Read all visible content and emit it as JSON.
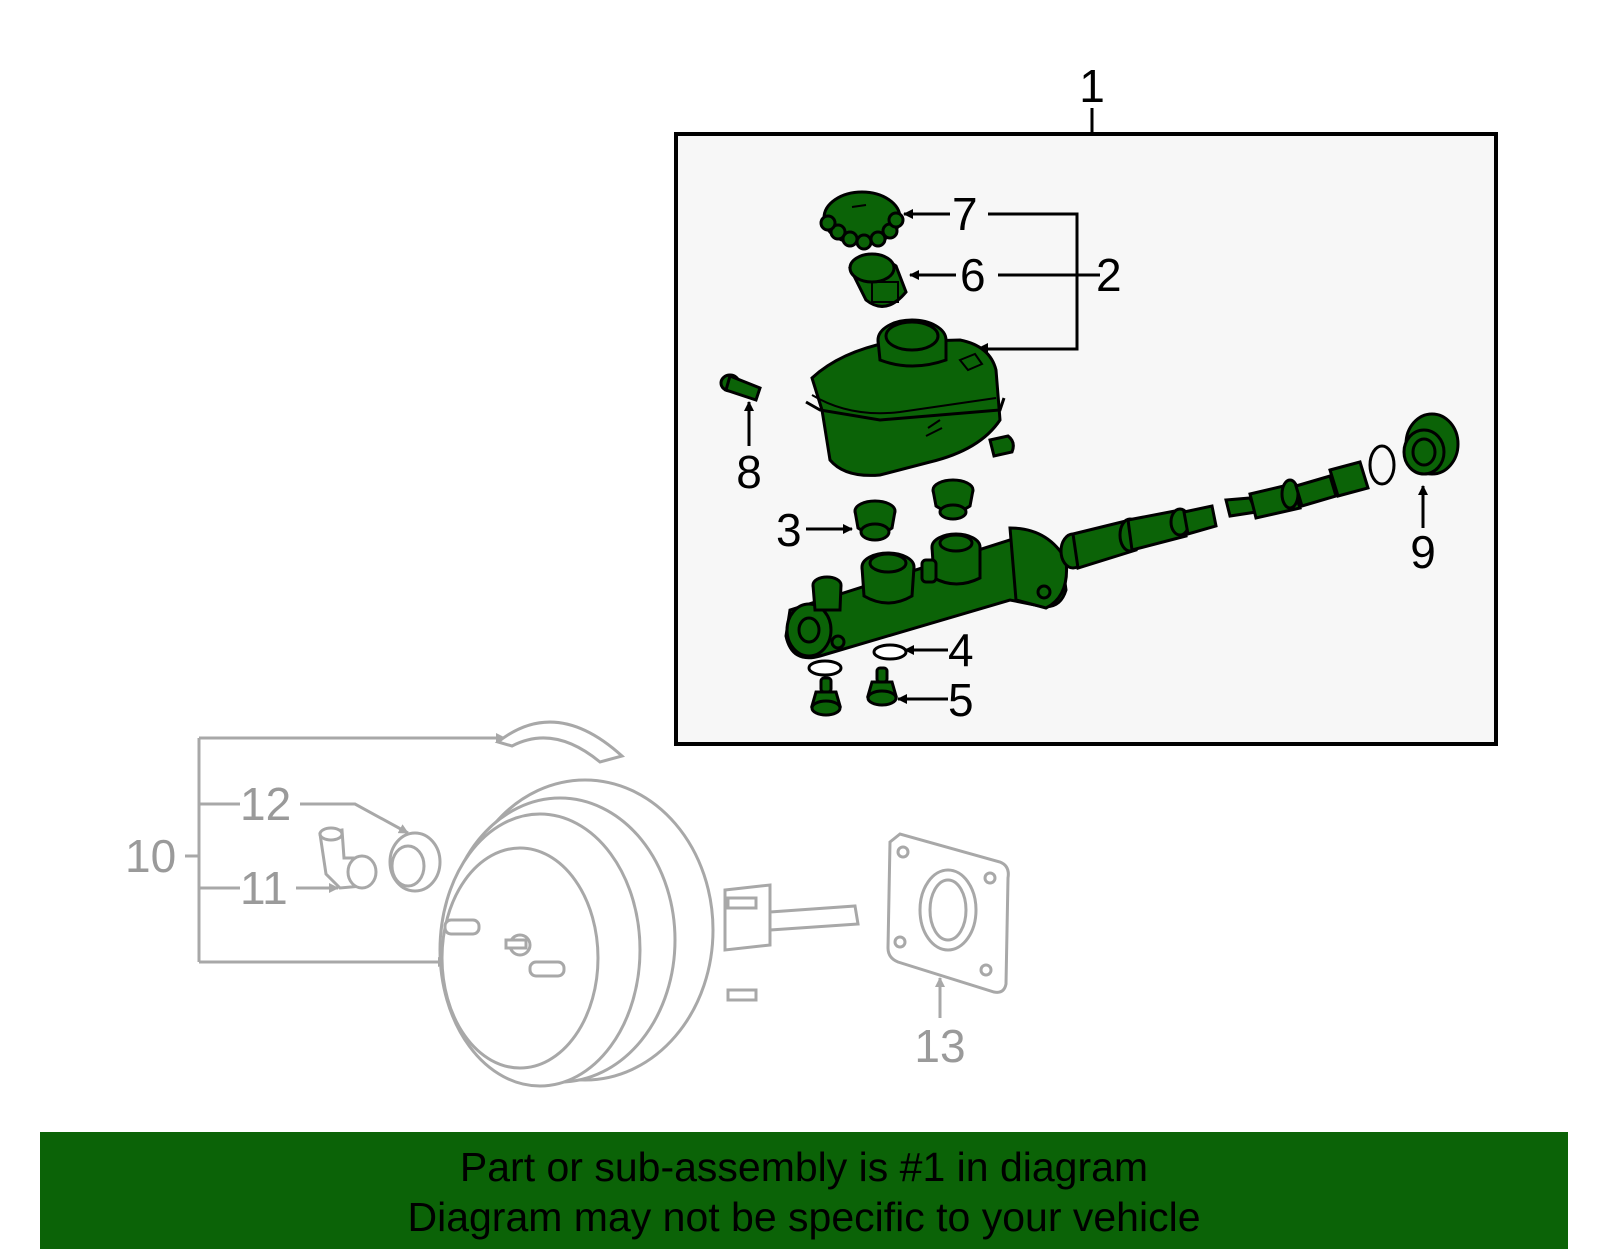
{
  "colors": {
    "part_fill": "#0b6307",
    "outline": "#000000",
    "inactive_line": "#a8a8a8",
    "box_fill": "#f7f7f7",
    "footer_bg": "#0b6307"
  },
  "callouts": {
    "c1": "1",
    "c2": "2",
    "c3": "3",
    "c4": "4",
    "c5": "5",
    "c6": "6",
    "c7": "7",
    "c8": "8",
    "c9": "9",
    "c10": "10",
    "c11": "11",
    "c12": "12",
    "c13": "13"
  },
  "footer": {
    "line1": "Part or sub-assembly is #1 in diagram",
    "line2": "Diagram may not be specific to your vehicle"
  }
}
